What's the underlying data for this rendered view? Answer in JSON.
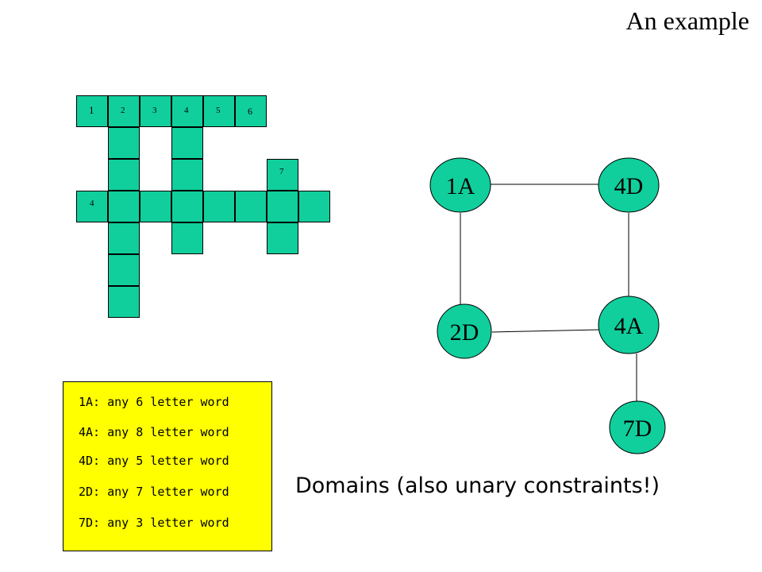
{
  "title": "An example",
  "crossword": {
    "across_numbers": [
      "1",
      "2",
      "3",
      "4",
      "5",
      "6"
    ],
    "row4_number": "4",
    "seven_number": "7"
  },
  "graph": {
    "nodes": [
      {
        "id": "1A",
        "label": "1A"
      },
      {
        "id": "4D",
        "label": "4D"
      },
      {
        "id": "2D",
        "label": "2D"
      },
      {
        "id": "4A",
        "label": "4A"
      },
      {
        "id": "7D",
        "label": "7D"
      }
    ],
    "edges": [
      [
        "1A",
        "4D"
      ],
      [
        "1A",
        "2D"
      ],
      [
        "4D",
        "4A"
      ],
      [
        "2D",
        "4A"
      ],
      [
        "4A",
        "7D"
      ]
    ],
    "node_color": "#10cf9c"
  },
  "domains": {
    "items": [
      "1A: any 6 letter word",
      "4A: any 8 letter word",
      "4D: any 5 letter word",
      "2D: any 7 letter word",
      "7D: any 3 letter word"
    ],
    "background": "#ffff00"
  },
  "caption": "Domains (also unary constraints!)"
}
